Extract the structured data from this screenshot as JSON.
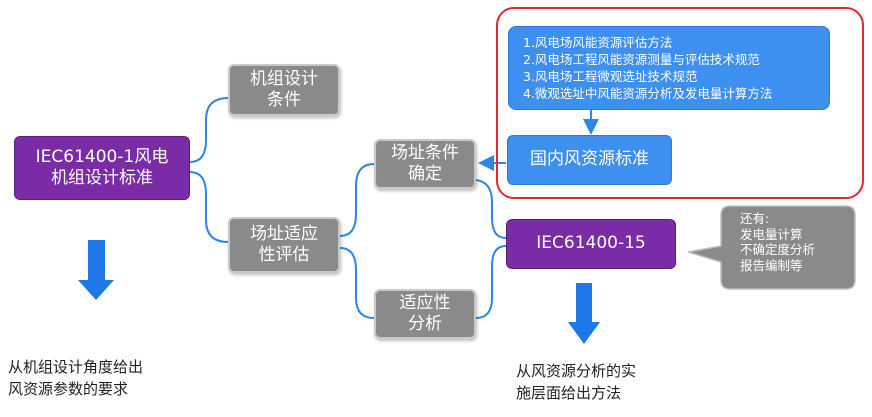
{
  "nodes": {
    "iec_design": "IEC61400-1风电\n机组设计标准",
    "unit_conditions": "机组设计\n条件",
    "site_eval": "场址适应\n性评估",
    "site_conditions": "场址条件\n确定",
    "fit_analysis": "适应性\n分析",
    "domestic_std": "国内风资源标准",
    "iec15": "IEC61400-15"
  },
  "standards_list": [
    "1.风电场风能资源评估方法",
    "2.风电场工程风能资源测量与评估技术规范",
    "3.风电场工程微观选址技术规范",
    "4.微观选址中风能资源分析及发电量计算方法"
  ],
  "callout": "还有:\n发电量计算\n不确定度分析\n报告编制等",
  "captions": {
    "left": "从机组设计角度给出\n风资源参数的要求",
    "right": "从风资源分析的实\n施层面给出方法"
  },
  "colors": {
    "purple": "#7a2ca6",
    "gray": "#8a8a8a",
    "blue": "#3d8ff0",
    "red": "#e5262c",
    "connector": "#2f86e8"
  }
}
